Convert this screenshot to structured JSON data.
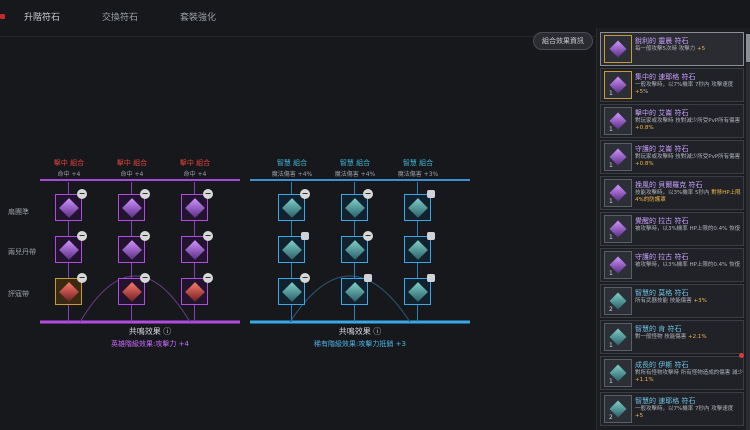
{
  "tabs": [
    {
      "label": "升階符石"
    },
    {
      "label": "交換符石"
    },
    {
      "label": "套裝強化"
    }
  ],
  "combo_info_button": "組合效果資訊",
  "groups": [
    {
      "title": "擊中 組合",
      "sub": "命中 +4",
      "color": "red"
    },
    {
      "title": "擊中 組合",
      "sub": "命中 +4",
      "color": "red"
    },
    {
      "title": "擊中 組合",
      "sub": "命中 +4",
      "color": "red"
    },
    {
      "title": "智慧 組合",
      "sub": "魔法傷害 +4%",
      "color": "blue"
    },
    {
      "title": "智慧 組合",
      "sub": "魔法傷害 +4%",
      "color": "blue"
    },
    {
      "title": "智慧 組合",
      "sub": "魔法傷害 +3%",
      "color": "blue"
    }
  ],
  "row_labels": [
    "扇團準",
    "兩兒丹帶",
    "評寇帶"
  ],
  "resonance": [
    {
      "title": "共鳴效果 ⓘ",
      "effect": "英雄階級效果:攻擊力 +4"
    },
    {
      "title": "共鳴效果 ⓘ",
      "effect": "稀有階級效果:攻擊力抵銷 +3"
    }
  ],
  "runes": [
    {
      "name": "銳利的 靈晨 符石",
      "count": "",
      "desc_pre": "每一般攻擊5次時 攻擊力 ",
      "desc_hl": "+5",
      "desc_post": ""
    },
    {
      "name": "集中的 速耶格 符石",
      "count": "1",
      "desc_pre": "一般攻擊時，以7%機率 7秒內 攻擊速度 ",
      "desc_hl": "+5",
      "desc_post": "%"
    },
    {
      "name": "擊中的 艾崙 符石",
      "count": "1",
      "desc_pre": "對玩家或攻擊時 技對減少所受PvP所有傷害 ",
      "desc_hl": "+0.8%",
      "desc_post": ""
    },
    {
      "name": "守護的 艾崙 符石",
      "count": "1",
      "desc_pre": "對玩家或攻擊時 技對減少所受PvP所有傷害 ",
      "desc_hl": "+0.8%",
      "desc_post": ""
    },
    {
      "name": "挽風的 貝爾羅克 符石",
      "count": "1",
      "desc_pre": "技能攻擊時，以3%機率 5秒內 ",
      "desc_hl": "對移HP上限4%的防護罩",
      "desc_post": ""
    },
    {
      "name": "覺醒的 拉古 符石",
      "count": "1",
      "desc_pre": "被攻擊時，以3%機率 HP上限的0.4% 恢復",
      "desc_hl": "",
      "desc_post": ""
    },
    {
      "name": "守護的 拉古 符石",
      "count": "1",
      "desc_pre": "被攻擊時，以3%機率 HP上限的0.4% 恢復",
      "desc_hl": "",
      "desc_post": ""
    },
    {
      "name": "智慧的 莫格 符石",
      "count": "2",
      "desc_pre": "所有武器技能 技能傷害 ",
      "desc_hl": "+3%",
      "desc_post": ""
    },
    {
      "name": "智慧的 肯 符石",
      "count": "1",
      "desc_pre": "對一般怪物 技能傷害 ",
      "desc_hl": "+2.1%",
      "desc_post": ""
    },
    {
      "name": "成長的 伊斯 符石",
      "count": "1",
      "desc_pre": "對所有怪物攻擊時 所有怪物造成的傷害 減少 ",
      "desc_hl": "+1.1%",
      "desc_post": ""
    },
    {
      "name": "智慧的 速耶格 符石",
      "count": "2",
      "desc_pre": "一般攻擊時，以7%機率 7秒內 攻擊速度 ",
      "desc_hl": "+5",
      "desc_post": ""
    }
  ]
}
